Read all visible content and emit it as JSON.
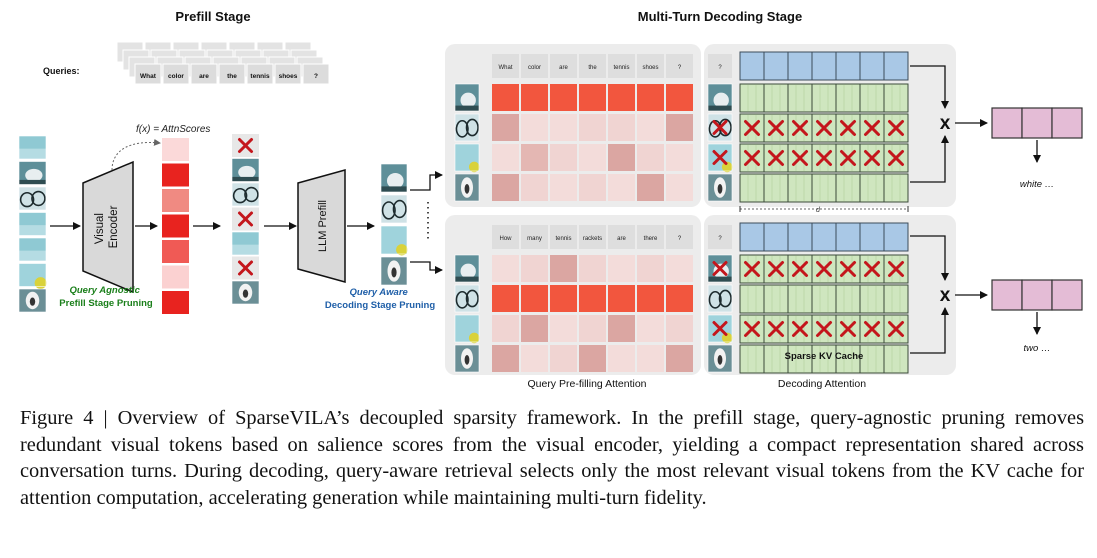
{
  "figure": {
    "prefill_stage_title": "Prefill Stage",
    "decoding_stage_title": "Multi-Turn Decoding Stage",
    "queries_label": "Queries:",
    "query1_tokens": [
      "What",
      "color",
      "are",
      "the",
      "tennis",
      "shoes",
      "?"
    ],
    "query2_tokens": [
      "How",
      "many",
      "tennis",
      "rackets",
      "are",
      "there",
      "?"
    ],
    "next_token_label": "?",
    "attn_function": "f(x) = AttnScores",
    "visual_encoder_label": [
      "Visual",
      "Encoder"
    ],
    "llm_prefill_label": "LLM Prefill",
    "query_agnostic_label": [
      "Query Agnostic",
      "Prefill Stage Pruning"
    ],
    "query_aware_label": [
      "Query Aware",
      "Decoding Stage Pruning"
    ],
    "dim_label": "d",
    "output1": "white …",
    "output2": "two …",
    "sparse_kv_cache_label": "Sparse KV Cache",
    "query_prefill_attention_label": "Query Pre-filling Attention",
    "decoding_attention_label": "Decoding Attention",
    "multiply_symbol": "x"
  },
  "heatmaps": {
    "top": [
      [
        "#f2563e",
        "#f2563e",
        "#f2563e",
        "#f2563e",
        "#f2563e",
        "#f2563e",
        "#f2563e"
      ],
      [
        "#dba6a2",
        "#f3dcda",
        "#f3dcda",
        "#f0d4d2",
        "#f0d4d2",
        "#f3dcda",
        "#dba6a2"
      ],
      [
        "#f3dcda",
        "#e4b7b3",
        "#f0d4d2",
        "#f3dcda",
        "#dba6a2",
        "#f0d4d2",
        "#f3dcda"
      ],
      [
        "#dba6a2",
        "#f0d4d2",
        "#f3dcda",
        "#f0d4d2",
        "#f3dcda",
        "#dba6a2",
        "#f3dcda"
      ]
    ],
    "bottom": [
      [
        "#f3dcda",
        "#f0d4d2",
        "#dba6a2",
        "#f0d4d2",
        "#f3dcda",
        "#f0d4d2",
        "#f3dcda"
      ],
      [
        "#f2563e",
        "#f2563e",
        "#f2563e",
        "#f2563e",
        "#f2563e",
        "#f2563e",
        "#f2563e"
      ],
      [
        "#f0d4d2",
        "#dba6a2",
        "#f3dcda",
        "#f0d4d2",
        "#dba6a2",
        "#f3dcda",
        "#f0d4d2"
      ],
      [
        "#dba6a2",
        "#f3dcda",
        "#f0d4d2",
        "#dba6a2",
        "#f3dcda",
        "#f3dcda",
        "#dba6a2"
      ]
    ],
    "attention_scores": [
      "#fbd9d9",
      "#e8231f",
      "#f08a82",
      "#e8231f",
      "#f05a55",
      "#fbd1d1",
      "#e8231f"
    ]
  },
  "caption": "Figure 4 | Overview of SparseVILA’s decoupled sparsity framework. In the prefill stage, query-agnostic pruning removes redundant visual tokens based on salience scores from the visual encoder, yielding a compact representation shared across conversation turns. During decoding, query-aware retrieval selects only the most relevant visual tokens from the KV cache for attention computation, accelerating generation while maintaining multi-turn fidelity."
}
